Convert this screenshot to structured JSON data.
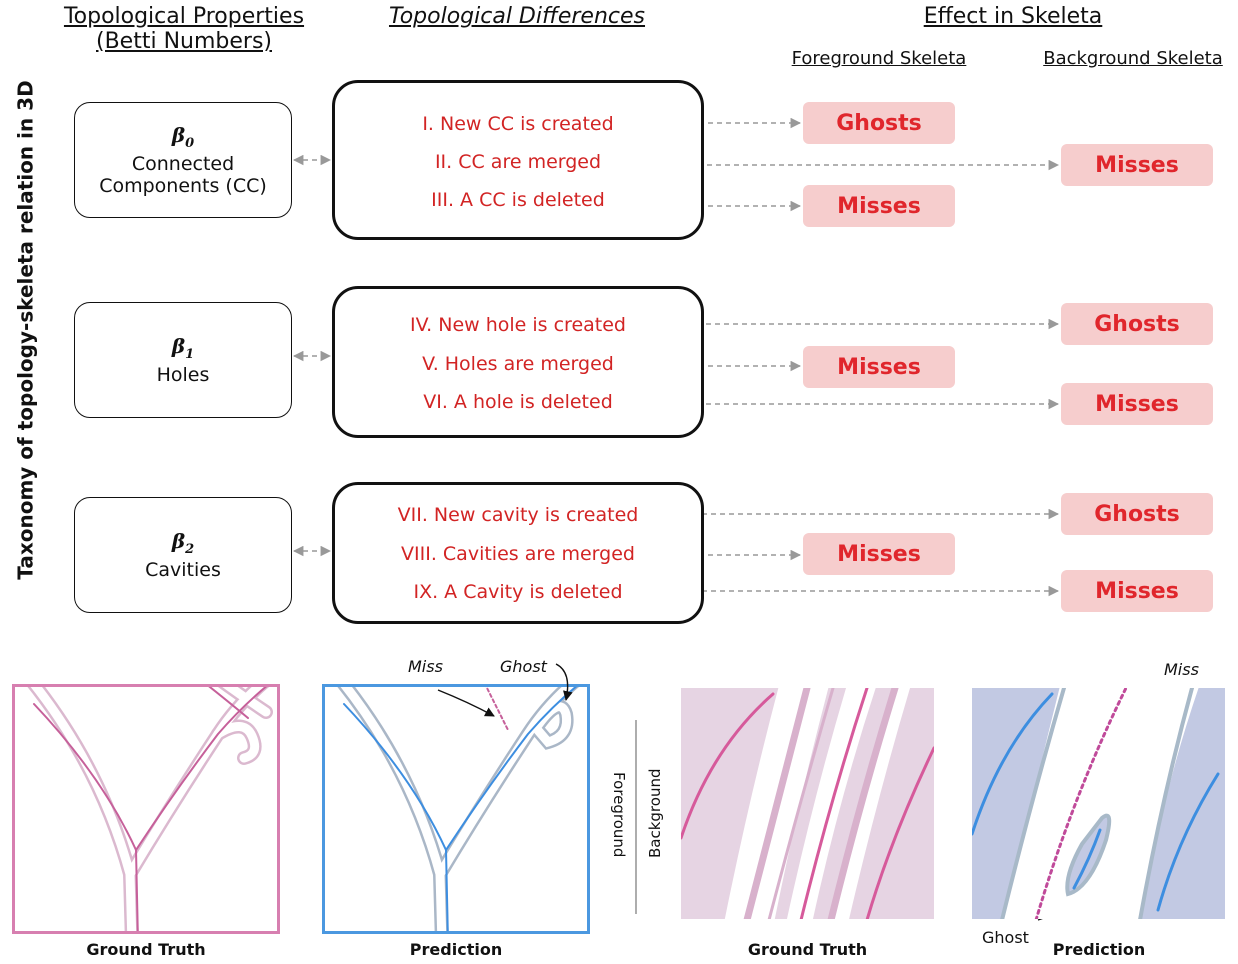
{
  "side_title": "Taxonomy of topology-skeleta relation in 3D",
  "headers": {
    "properties_line1": "Topological Properties",
    "properties_line2": "(Betti Numbers)",
    "differences": "Topological Differences",
    "effect": "Effect in Skeleta",
    "foreground": "Foreground Skeleta",
    "background": "Background Skeleta"
  },
  "properties": [
    {
      "symbol": "β",
      "index": "0",
      "line1": "Connected",
      "line2": "Components (CC)"
    },
    {
      "symbol": "β",
      "index": "1",
      "line1": "Holes",
      "line2": ""
    },
    {
      "symbol": "β",
      "index": "2",
      "line1": "Cavities",
      "line2": ""
    }
  ],
  "differences": [
    "I. New CC  is created",
    "II. CC are merged",
    "III. A CC is deleted",
    "IV. New hole is created",
    "V. Holes are merged",
    "VI. A hole is deleted",
    "VII. New cavity is created",
    "VIII. Cavities are merged",
    "IX. A Cavity is deleted"
  ],
  "effects": {
    "cc_created": "Ghosts",
    "cc_merged": "Misses",
    "cc_deleted": "Misses",
    "hole_created": "Ghosts",
    "holes_merged": "Misses",
    "hole_deleted": "Misses",
    "cavity_created": "Ghosts",
    "cavities_merged": "Misses",
    "cavity_deleted": "Misses"
  },
  "illustrations": {
    "left_gt": "Ground Truth",
    "left_pred": "Prediction",
    "right_gt": "Ground Truth",
    "right_pred": "Prediction",
    "miss_left": "Miss",
    "ghost_left": "Ghost",
    "miss_right": "Miss",
    "ghost_right": "Ghost",
    "foreground": "Foreground",
    "background": "Background"
  },
  "colors": {
    "pink_frame": "#d77fb0",
    "blue_frame": "#4b98e0",
    "text_red": "#d22424",
    "effect_fill": "#f6cdcd",
    "gt_bg": "#e6d4e3",
    "pred_bg": "#c2c9e3"
  }
}
